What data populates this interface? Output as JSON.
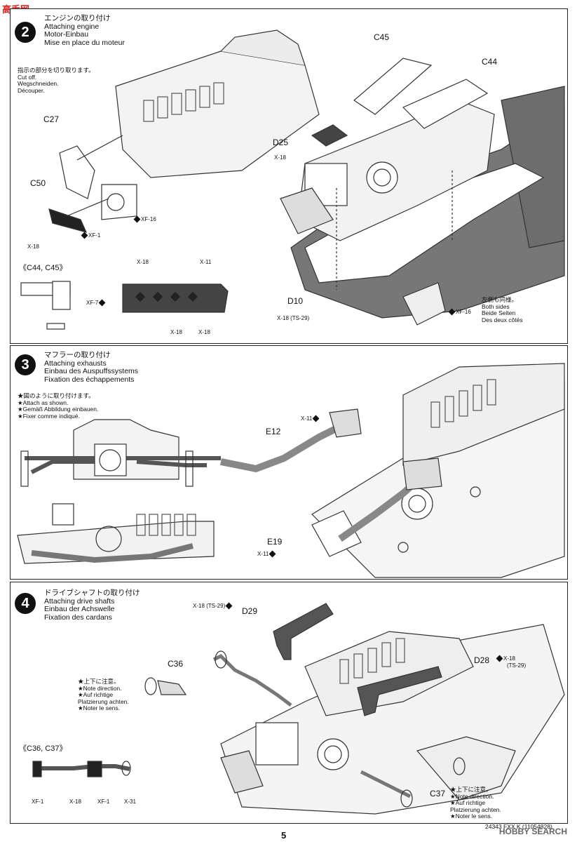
{
  "site_logo": "高手网",
  "steps": [
    {
      "number": "2",
      "title": [
        "エンジンの取り付け",
        "Attaching engine",
        "Motor-Einbau",
        "Mise en place du moteur"
      ],
      "note": [
        "指示の部分を切り取ります。",
        "Cut off.",
        "Wegschneiden.",
        "Découper."
      ],
      "parts": [
        "C45",
        "C44",
        "C27",
        "D25",
        "C50",
        "D10"
      ],
      "paints": [
        "X-18",
        "XF-16",
        "XF-1",
        "X-18",
        "X-18 (TS-29)",
        "XF-16"
      ],
      "inset_title": "《C44, C45》",
      "inset_paints": [
        "X-18",
        "X-11",
        "XF-7",
        "X-18",
        "X-18"
      ],
      "both_sides": [
        "左側も同様。",
        "Both sides",
        "Beide Seiten",
        "Des deux côtés"
      ]
    },
    {
      "number": "3",
      "title": [
        "マフラーの取り付け",
        "Attaching exhausts",
        "Einbau des Auspuffssystems",
        "Fixation des échappements"
      ],
      "note": [
        "★図のように取り付けます。",
        "★Attach as shown.",
        "★Gemäß Abbildung einbauen.",
        "★Fixer comme indiqué."
      ],
      "parts": [
        "E12",
        "E19"
      ],
      "paints": [
        "X-11",
        "X-11"
      ]
    },
    {
      "number": "4",
      "title": [
        "ドライブシャフトの取り付け",
        "Attaching drive shafts",
        "Einbau der Achswelle",
        "Fixation des cardans"
      ],
      "parts": [
        "D29",
        "C36",
        "D28",
        "C37"
      ],
      "paints": [
        "X-18 (TS-29)",
        "X-18",
        "(TS-29)"
      ],
      "direction_note": [
        "★上下に注意。",
        "★Note direction.",
        "★Auf richtige",
        "Platzierung achten.",
        "★Noter le sens."
      ],
      "inset_title": "《C36, C37》",
      "inset_paints": [
        "XF-1",
        "X-18",
        "XF-1",
        "X-31"
      ]
    }
  ],
  "page_number": "5",
  "code": "24343 FXX K (11054828)",
  "watermark": "HOBBY SEARCH"
}
